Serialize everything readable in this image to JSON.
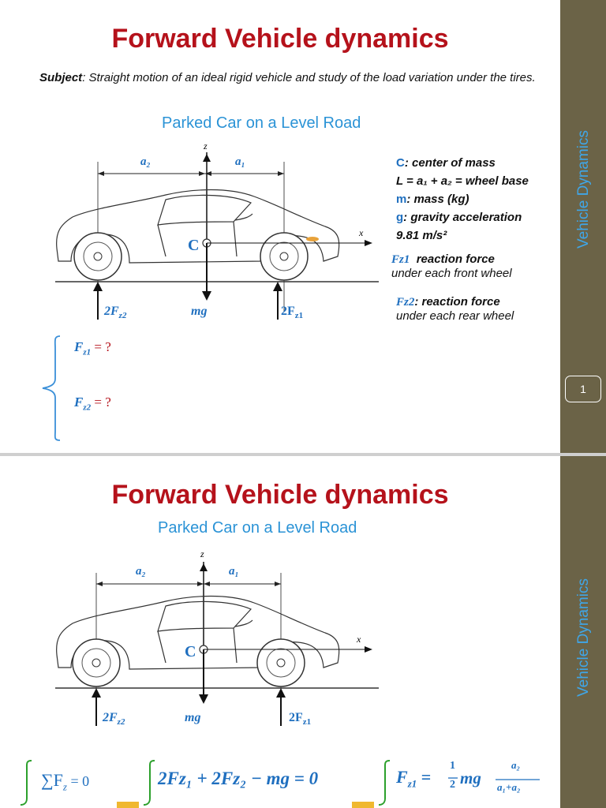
{
  "band": {
    "label": "Vehicle Dynamics"
  },
  "slide1": {
    "title": "Forward Vehicle dynamics",
    "subject_label": "Subject",
    "subject_text": ": Straight motion of an ideal rigid vehicle and study of the load variation under the tires.",
    "subtitle": "Parked Car on a Level Road",
    "legend": {
      "c_label": "C",
      "c_text": ": center of mass",
      "l_text": "L = a₁ + a₂ = wheel base",
      "m_label": "m",
      "m_text": ": mass (kg)",
      "g_label": "g",
      "g_text": ": gravity acceleration",
      "g_value": "9.81 m/s²",
      "fz1_label": "Fz1",
      "fz1_text": "reaction force",
      "fz1_desc": "under  each front wheel",
      "fz2_label": "Fz2",
      "fz2_text": ": reaction force",
      "fz2_desc": "under each rear wheel"
    },
    "diagram": {
      "z_axis": "z",
      "x_axis": "x",
      "a2": "a₂",
      "a1": "a₁",
      "c_label": "C",
      "rear_force": "2F",
      "rear_sub": "z2",
      "weight": "mg",
      "front_force": "2F",
      "front_sub": "z1"
    },
    "unknowns": {
      "fz1": "F",
      "fz1_sub": "z1",
      "fz1_rhs": "= ?",
      "fz2": "F",
      "fz2_sub": "z2",
      "fz2_rhs": "= ?"
    },
    "page_number": "1"
  },
  "slide2": {
    "title": "Forward Vehicle dynamics",
    "subtitle": "Parked Car on a Level Road",
    "diagram": {
      "z_axis": "z",
      "x_axis": "x",
      "a2": "a₂",
      "a1": "a₁",
      "c_label": "C",
      "rear_force": "2F",
      "rear_sub": "z2",
      "weight": "mg",
      "front_force": "2F",
      "front_sub": "z1"
    },
    "equations": {
      "sum": "∑F",
      "sum_sub": "z",
      "sum_rhs": " = 0",
      "balance": "2Fz₁ + 2Fz₂ − mg = 0",
      "result_lhs": "F",
      "result_sub": "z1",
      "result_eq": "=",
      "half_num": "1",
      "half_den": "2",
      "mg": "mg",
      "frac_num": "a₂",
      "frac_den": "a₁+a₂"
    }
  }
}
